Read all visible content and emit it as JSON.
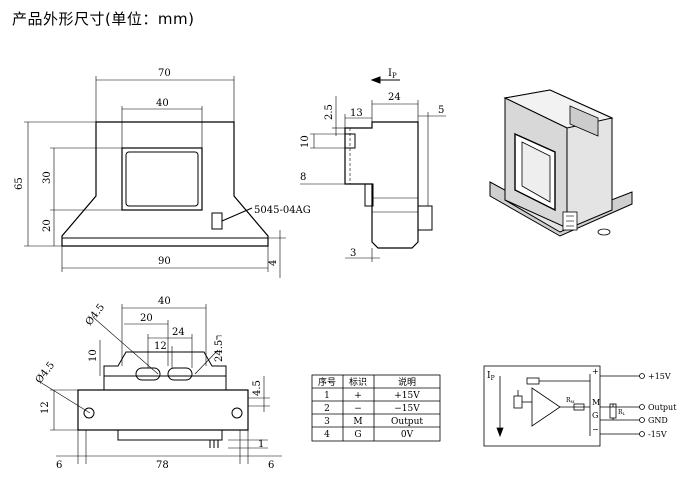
{
  "title": "产品外形尺寸(单位：mm)",
  "front_view": {
    "width_top": "70",
    "window_width": "40",
    "height_total": "65",
    "window_height": "30",
    "base_height": "20",
    "width_base": "90",
    "base_thickness": "4",
    "connector_label": "5045-04AG"
  },
  "side_view": {
    "current_label": "I",
    "current_sub": "P",
    "depth": "24",
    "flange": "5",
    "dim_13": "13",
    "dim_2_5": "2.5",
    "dim_10": "10",
    "dim_8": "8",
    "dim_3": "3"
  },
  "bottom_view": {
    "hole_diam": "Ø4.5",
    "dim_40": "40",
    "dim_20": "20",
    "dim_24": "24",
    "dim_12_top": "12",
    "slot": "2ר4.5",
    "dim_10": "10",
    "side_hole": "Ø4.5",
    "dim_4_5": "4.5",
    "dim_12_left": "12",
    "dim_1": "1",
    "dim_6_left": "6",
    "dim_78": "78",
    "dim_6_right": "6"
  },
  "pin_table": {
    "headers": [
      "序号",
      "标识",
      "说明"
    ],
    "rows": [
      [
        "1",
        "+",
        "+15V"
      ],
      [
        "2",
        "−",
        "−15V"
      ],
      [
        "3",
        "M",
        "Output"
      ],
      [
        "4",
        "G",
        "0V"
      ]
    ]
  },
  "circuit": {
    "ip_label": "I",
    "ip_sub": "P",
    "plus": "+",
    "minus": "−",
    "m": "M",
    "g": "G",
    "rm": "R",
    "rm_sub": "M",
    "rl": "R",
    "rl_sub": "L",
    "out_plus15": "+15V",
    "out_output": "Output",
    "out_gnd": "GND",
    "out_minus15": "-15V"
  },
  "colors": {
    "line": "#000000",
    "body_fill": "#ffffff"
  }
}
